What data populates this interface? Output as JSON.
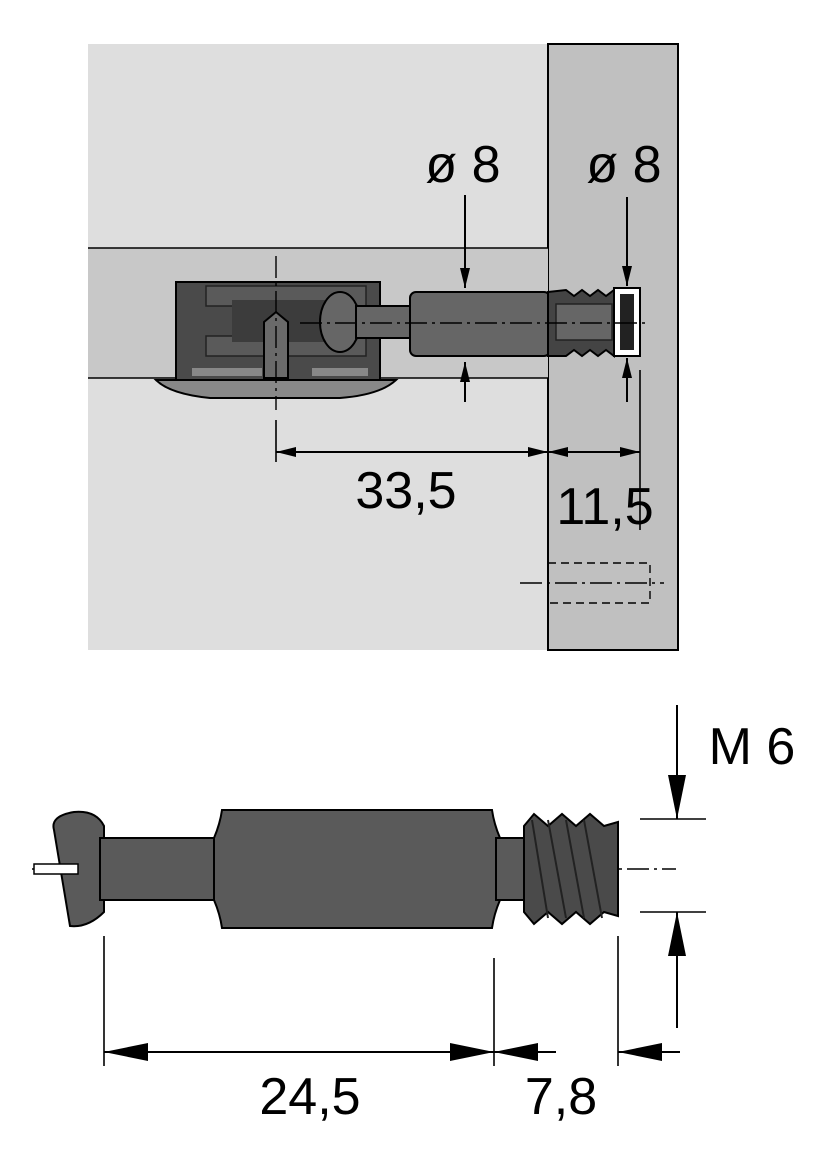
{
  "top_view": {
    "dim_bolt_diameter": "ø 8",
    "dim_hole_diameter": "ø 8",
    "dim_length_33_5": "33,5",
    "dim_length_11_5": "11,5"
  },
  "bottom_view": {
    "dim_thread": "M 6",
    "dim_length_24_5": "24,5",
    "dim_length_7_8": "7,8"
  },
  "colors": {
    "panel_light": "#dedede",
    "panel_medium": "#c0c0c0",
    "part_dark": "#5a5a5a",
    "housing_dark": "#4a4a4a"
  }
}
